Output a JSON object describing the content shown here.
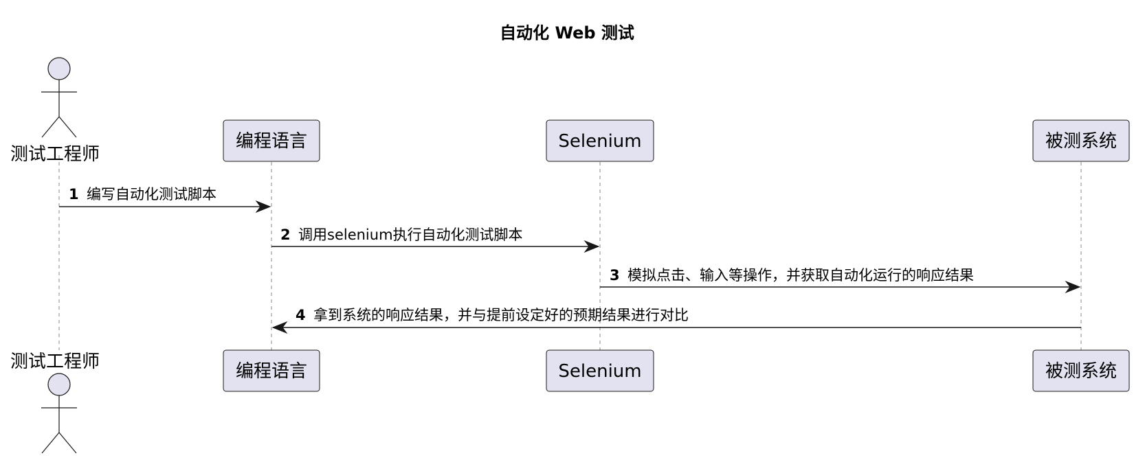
{
  "title": "自动化 Web 测试",
  "participants": [
    {
      "id": "tester",
      "label": "测试工程师",
      "kind": "actor"
    },
    {
      "id": "lang",
      "label": "编程语言",
      "kind": "participant"
    },
    {
      "id": "selenium",
      "label": "Selenium",
      "kind": "participant"
    },
    {
      "id": "sut",
      "label": "被测系统",
      "kind": "participant"
    }
  ],
  "messages": [
    {
      "num": "1",
      "text": "编写自动化测试脚本",
      "from": "tester",
      "to": "lang"
    },
    {
      "num": "2",
      "text": "调用selenium执行自动化测试脚本",
      "from": "lang",
      "to": "selenium"
    },
    {
      "num": "3",
      "text": "模拟点击、输入等操作，并获取自动化运行的响应结果",
      "from": "selenium",
      "to": "sut"
    },
    {
      "num": "4",
      "text": "拿到系统的响应结果，并与提前设定好的预期结果进行对比",
      "from": "sut",
      "to": "lang"
    }
  ]
}
